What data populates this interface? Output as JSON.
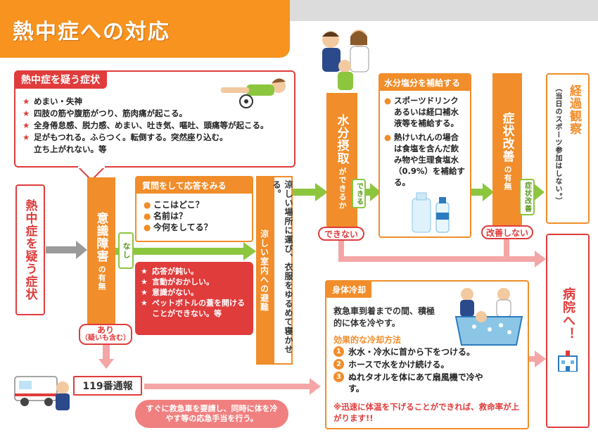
{
  "title": "熱中症への対応",
  "suspect_box": {
    "header": "熱中症を疑う症状",
    "marker": "★",
    "items": [
      "めまい・失神",
      "四肢の筋や腹筋がつり、筋肉痛が起こる。",
      "全身倦怠感、脱力感、めまい、吐き気、嘔吐、頭痛等が起こる。",
      "足がもつれる。ふらつく。転倒する。突然座り込む。",
      "立ち上がれない。等"
    ]
  },
  "suspect_label": "熱中症を疑う症状",
  "consciousness": {
    "main": "意識障害",
    "suffix": "の有無"
  },
  "question_box": {
    "header": "質問をして応答をみる",
    "marker": "●",
    "items": [
      "ここはどこ？",
      "名前は？",
      "今何をしてる？"
    ]
  },
  "nashi": "なし",
  "signs_box": {
    "marker": "★",
    "items": [
      "応答が鈍い。",
      "言動がおかしい。",
      "意識がない。",
      "ペットボトルの蓋を開けることができない。等"
    ]
  },
  "ari": {
    "line1": "あり",
    "line2": "（疑いも含む）"
  },
  "call119": "119番通報",
  "emergency_note": "すぐに救急車を要請し、同時に体を冷やす等の応急手当を行う。",
  "cool_place": {
    "label": "涼しい室内への避難",
    "text": "涼しい場所に運び、衣服をゆるめて寝かせる。"
  },
  "water_intake": {
    "main": "水分摂取",
    "suffix": "ができるか"
  },
  "dekiru": "できる",
  "dekinai": "できない",
  "hydration_box": {
    "header": "水分塩分を補給する",
    "marker": "●",
    "items": [
      "スポーツドリンクあるいは経口補水液等を補給する。",
      "熱けいれんの場合は食塩を含んだ飲み物や生理食塩水（0.9%）を補給する。"
    ]
  },
  "improvement": {
    "main": "症状改善",
    "suffix": "の有無"
  },
  "kaizen": "症状改善",
  "kaizen_shinai": "改善しない",
  "observation": {
    "main": "経過観察",
    "note": "（当日のスポーツ参加はしない。）"
  },
  "hospital": "病院へ！",
  "body_cooling": {
    "header": "身体冷却",
    "intro": "救急車到着までの間、積極的に体を冷やす。",
    "method_title": "効果的な冷却方法",
    "methods": [
      {
        "num": "1",
        "text": "氷水・冷水に首から下をつける。"
      },
      {
        "num": "2",
        "text": "ホースで水をかけ続ける。"
      },
      {
        "num": "3",
        "text": "ぬれタオルを体にあて扇風機で冷やす。"
      }
    ],
    "note": "※迅速に体温を下げることができれば、救命率が上がります!!"
  },
  "colors": {
    "orange": "#f18d2a",
    "red": "#e03c3c",
    "green": "#8cc63f",
    "pink": "#f4a6a6",
    "gray": "#9a9a9a"
  }
}
